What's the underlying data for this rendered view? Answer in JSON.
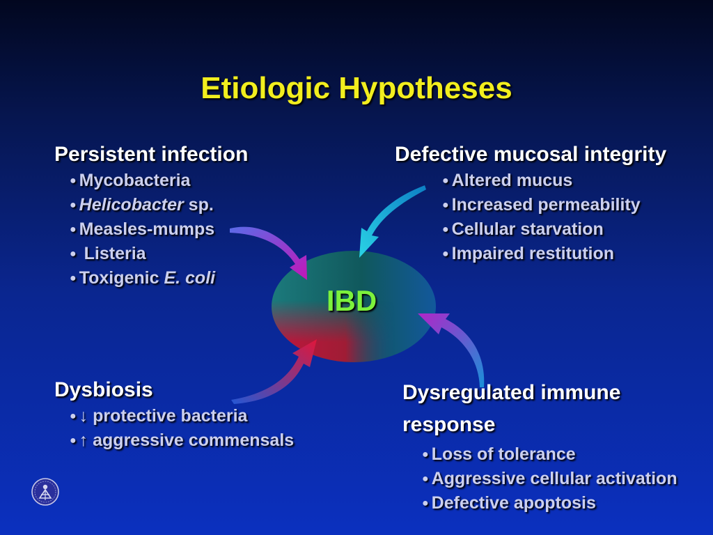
{
  "slide": {
    "title": "Etiologic Hypotheses",
    "center_label": "IBD",
    "colors": {
      "background_top": "#02071f",
      "background_bottom": "#0b30bf",
      "title": "#f2ee1e",
      "center_label": "#7cf23c",
      "heading": "#ffffff",
      "bullet_text": "#ccd0ef"
    },
    "persistent_infection": {
      "heading": "Persistent infection",
      "items": {
        "mycobacteria": "Mycobacteria",
        "helicobacter_italic": "Helicobacter",
        "helicobacter_rest": " sp.",
        "measles": "Measles-mumps",
        "listeria": " Listeria",
        "ecoli_prefix": "Toxigenic ",
        "ecoli_italic": "E. coli"
      }
    },
    "mucosal_integrity": {
      "heading": "Defective mucosal integrity",
      "items": [
        "Altered mucus",
        "Increased permeability",
        "Cellular starvation",
        "Impaired restitution"
      ]
    },
    "dysbiosis": {
      "heading": "Dysbiosis",
      "items": [
        {
          "arrow": "↓",
          "text": " protective bacteria"
        },
        {
          "arrow": "↑",
          "text": " aggressive commensals"
        }
      ]
    },
    "immune_response": {
      "heading_line1": "Dysregulated immune",
      "heading_line2": "response",
      "items": [
        "Loss of tolerance",
        "Aggressive cellular activation",
        "Defective apoptosis"
      ]
    },
    "bullet_glyph": "●",
    "logo_icon": "institution-seal-icon"
  }
}
